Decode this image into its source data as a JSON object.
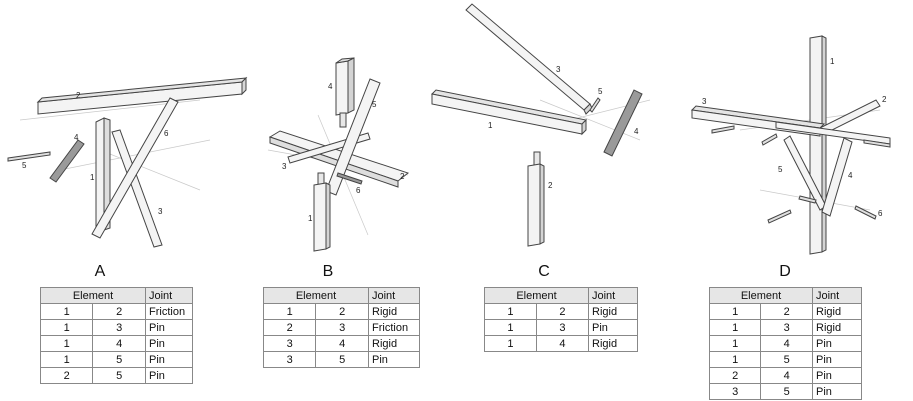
{
  "panels": [
    {
      "label": "A",
      "element_numbers": [
        "1",
        "2",
        "3",
        "4",
        "5",
        "6"
      ],
      "header": {
        "element": "Element",
        "joint": "Joint"
      },
      "rows": [
        {
          "a": "1",
          "b": "2",
          "joint": "Friction"
        },
        {
          "a": "1",
          "b": "3",
          "joint": "Pin"
        },
        {
          "a": "1",
          "b": "4",
          "joint": "Pin"
        },
        {
          "a": "1",
          "b": "5",
          "joint": "Pin"
        },
        {
          "a": "2",
          "b": "5",
          "joint": "Pin"
        }
      ]
    },
    {
      "label": "B",
      "element_numbers": [
        "1",
        "2",
        "3",
        "4",
        "5",
        "6"
      ],
      "header": {
        "element": "Element",
        "joint": "Joint"
      },
      "rows": [
        {
          "a": "1",
          "b": "2",
          "joint": "Rigid"
        },
        {
          "a": "2",
          "b": "3",
          "joint": "Friction"
        },
        {
          "a": "3",
          "b": "4",
          "joint": "Rigid"
        },
        {
          "a": "3",
          "b": "5",
          "joint": "Pin"
        }
      ]
    },
    {
      "label": "C",
      "element_numbers": [
        "1",
        "2",
        "3",
        "4",
        "5"
      ],
      "header": {
        "element": "Element",
        "joint": "Joint"
      },
      "rows": [
        {
          "a": "1",
          "b": "2",
          "joint": "Rigid"
        },
        {
          "a": "1",
          "b": "3",
          "joint": "Pin"
        },
        {
          "a": "1",
          "b": "4",
          "joint": "Rigid"
        }
      ]
    },
    {
      "label": "D",
      "element_numbers": [
        "1",
        "2",
        "3",
        "4",
        "5",
        "6"
      ],
      "header": {
        "element": "Element",
        "joint": "Joint"
      },
      "rows": [
        {
          "a": "1",
          "b": "2",
          "joint": "Rigid"
        },
        {
          "a": "1",
          "b": "3",
          "joint": "Rigid"
        },
        {
          "a": "1",
          "b": "4",
          "joint": "Pin"
        },
        {
          "a": "1",
          "b": "5",
          "joint": "Pin"
        },
        {
          "a": "2",
          "b": "4",
          "joint": "Pin"
        },
        {
          "a": "3",
          "b": "5",
          "joint": "Pin"
        }
      ]
    }
  ],
  "colors": {
    "beam_fill": "#f4f4f4",
    "beam_stroke": "#444444",
    "guide": "#c9c9c9",
    "table_header": "#e6e6e6"
  }
}
